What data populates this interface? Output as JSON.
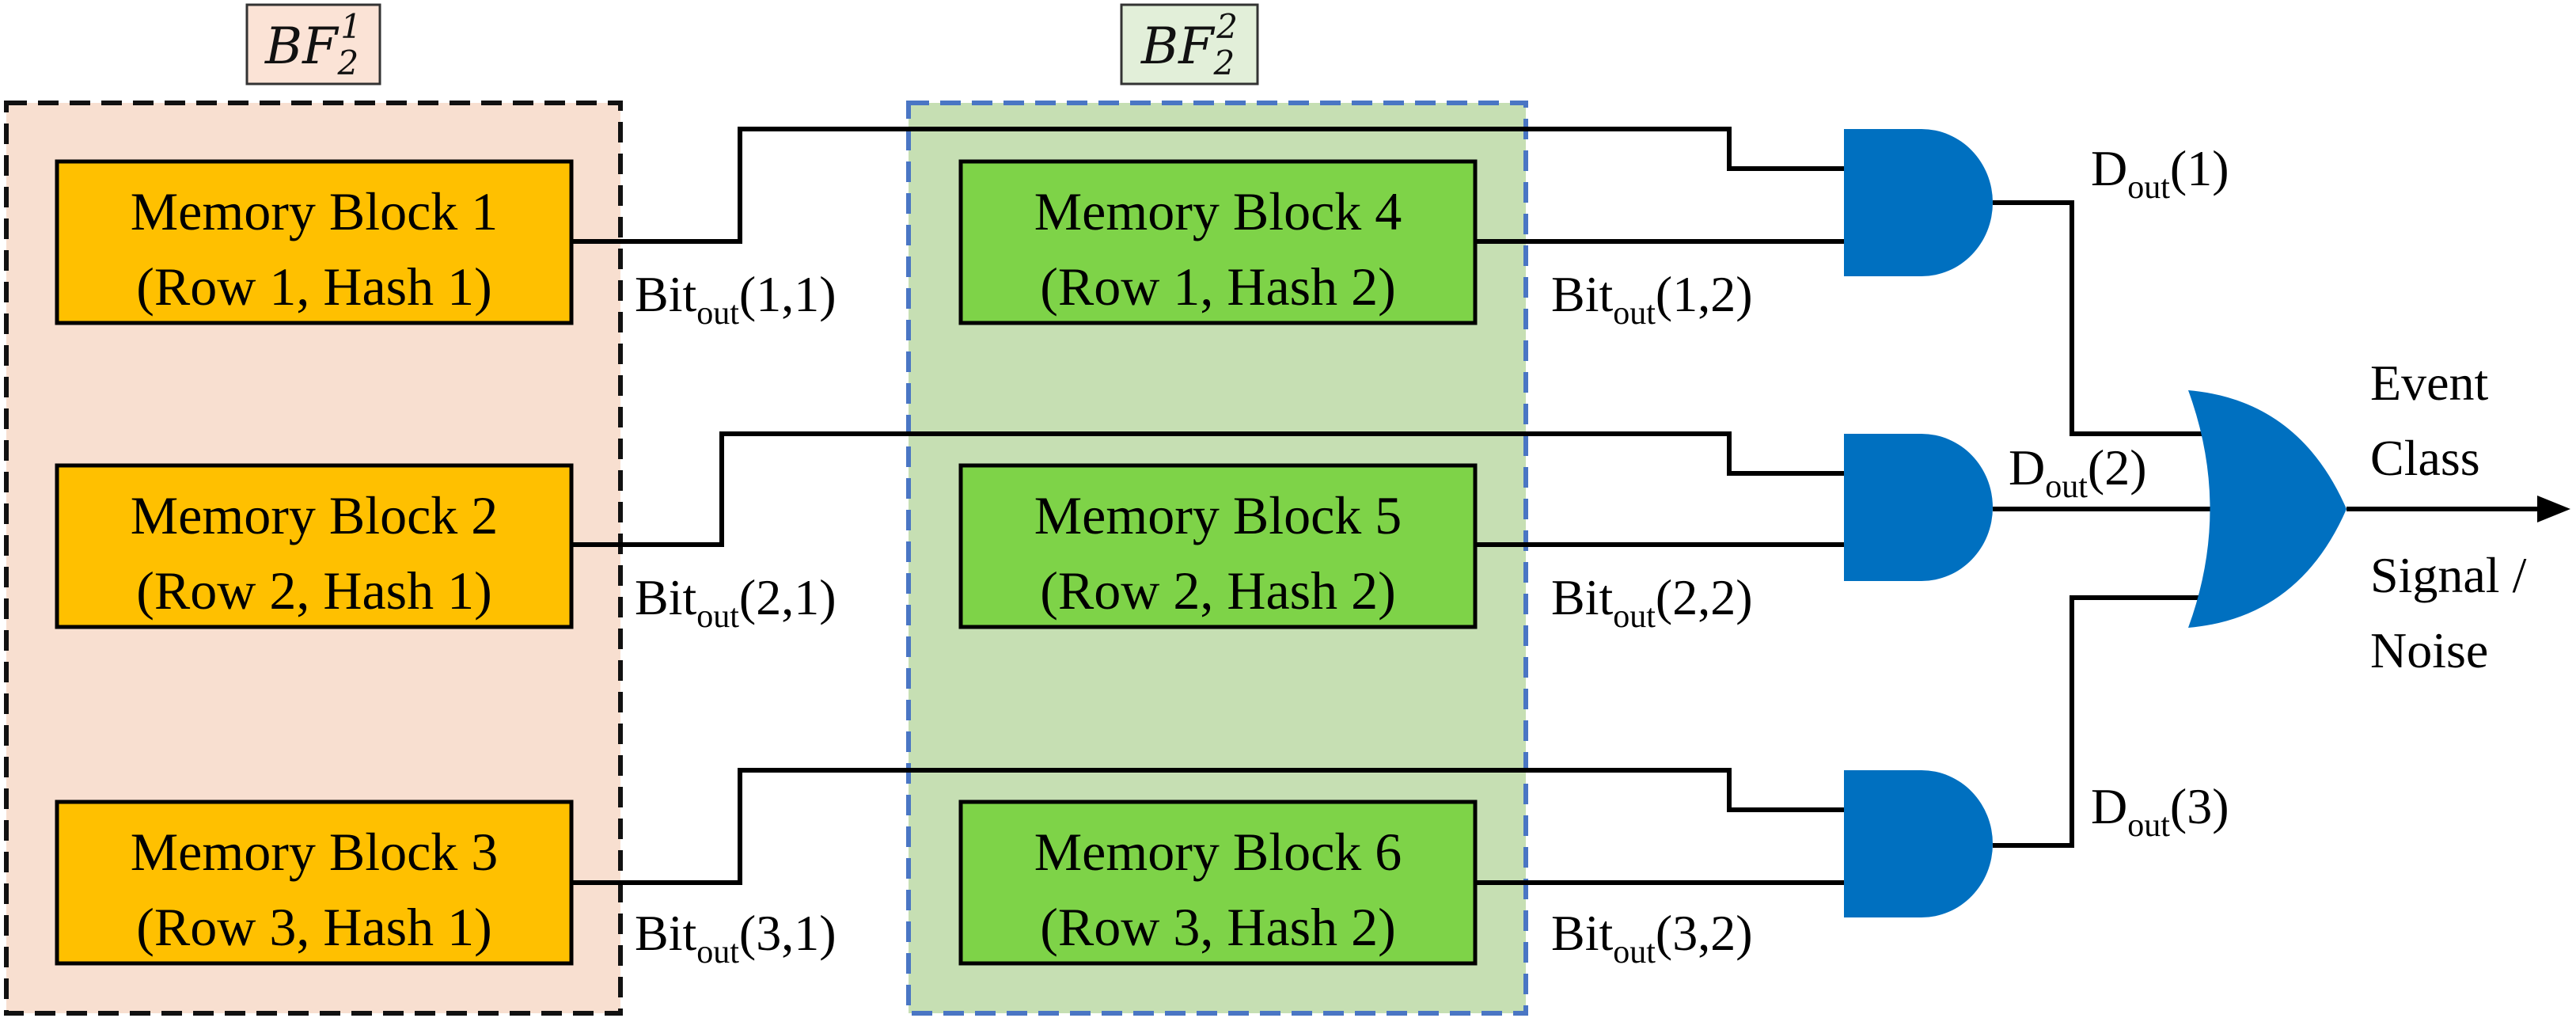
{
  "groups": {
    "bf1": {
      "base": "BF",
      "sub": "2",
      "sup": "1",
      "fill": "#f8dfd0",
      "border": "#111111"
    },
    "bf2": {
      "base": "BF",
      "sub": "2",
      "sup": "2",
      "fill": "#c6dfb3",
      "border": "#4a76c4"
    }
  },
  "blocks": [
    {
      "line1": "Memory Block 1",
      "line2": "(Row 1, Hash 1)",
      "fill": "#ffc000"
    },
    {
      "line1": "Memory Block 2",
      "line2": "(Row 2, Hash 1)",
      "fill": "#ffc000"
    },
    {
      "line1": "Memory Block 3",
      "line2": "(Row 3, Hash 1)",
      "fill": "#ffc000"
    },
    {
      "line1": "Memory Block 4",
      "line2": "(Row 1, Hash 2)",
      "fill": "#7ed348"
    },
    {
      "line1": "Memory Block 5",
      "line2": "(Row 2, Hash 2)",
      "fill": "#7ed348"
    },
    {
      "line1": "Memory Block 6",
      "line2": "(Row 3, Hash 2)",
      "fill": "#7ed348"
    }
  ],
  "bit_labels": [
    {
      "base": "Bit",
      "sub": "out",
      "args": "(1,1)"
    },
    {
      "base": "Bit",
      "sub": "out",
      "args": "(2,1)"
    },
    {
      "base": "Bit",
      "sub": "out",
      "args": "(3,1)"
    },
    {
      "base": "Bit",
      "sub": "out",
      "args": "(1,2)"
    },
    {
      "base": "Bit",
      "sub": "out",
      "args": "(2,2)"
    },
    {
      "base": "Bit",
      "sub": "out",
      "args": "(3,2)"
    }
  ],
  "d_labels": [
    {
      "base": "D",
      "sub": "out",
      "args": "(1)"
    },
    {
      "base": "D",
      "sub": "out",
      "args": "(2)"
    },
    {
      "base": "D",
      "sub": "out",
      "args": "(3)"
    }
  ],
  "output": {
    "line1": "Event",
    "line2": "Class",
    "line3": "Signal /",
    "line4": "Noise"
  },
  "gate_color": "#0070c0"
}
